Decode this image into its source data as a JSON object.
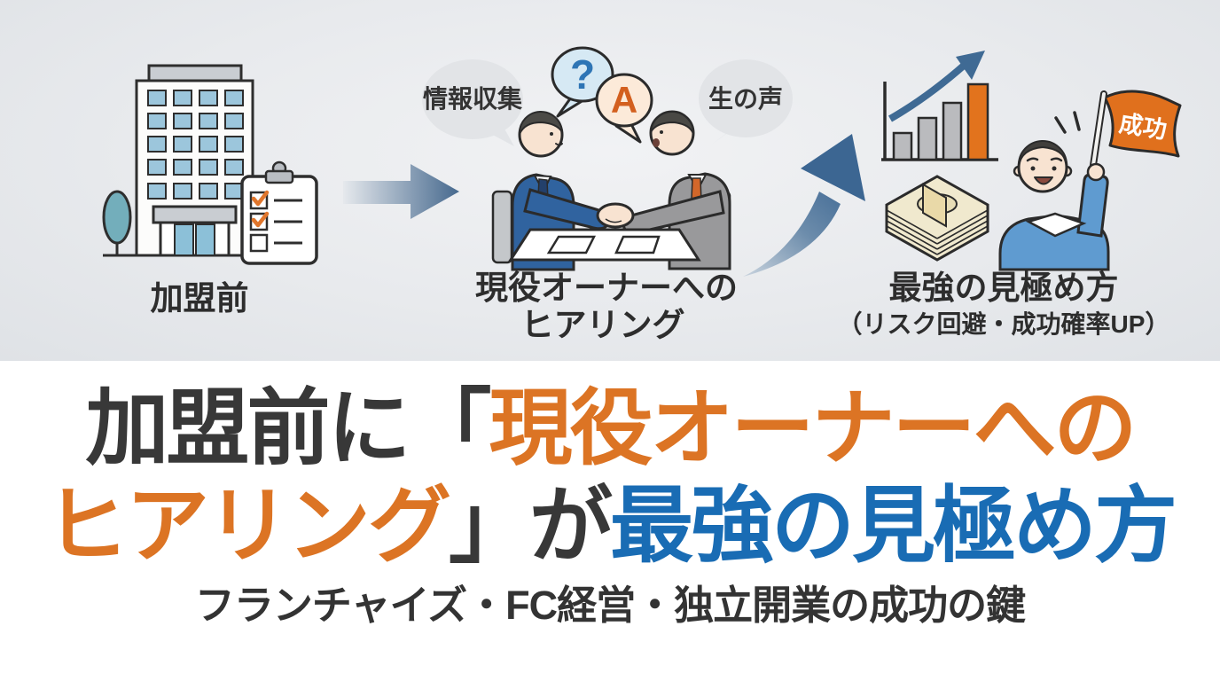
{
  "scenes": {
    "before": {
      "label": "加盟前"
    },
    "hearing": {
      "label_line1": "現役オーナーへの",
      "label_line2": "ヒアリング",
      "bubble_info": "情報収集",
      "bubble_question": "?",
      "bubble_answer": "A",
      "bubble_voice": "生の声"
    },
    "outcome": {
      "label_line1": "最強の見極め方",
      "label_line2": "（リスク回避・成功確率UP）",
      "flag_text": "成功"
    }
  },
  "headline": {
    "line1_dark": "加盟前に「",
    "line1_orange": "現役オーナーへの",
    "line2_orange": "ヒアリング",
    "line2_dark": "」が",
    "line2_blue": "最強の見極め方",
    "subtitle": "フランチャイズ・FC経営・独立開業の成功の鍵"
  },
  "colors": {
    "accent_orange": "#dc7424",
    "accent_blue": "#196cb4",
    "headline_dark": "#383838",
    "arrow_steel_blue": "#3c6692",
    "flag_orange": "#e0701d",
    "bar_orange": "#e2731d"
  }
}
